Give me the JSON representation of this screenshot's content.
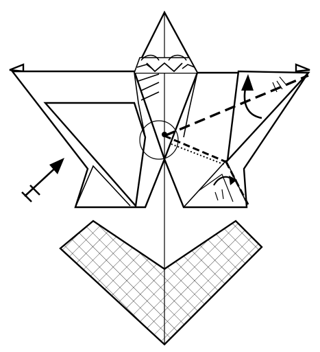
{
  "diagram": {
    "kind": "origami-fold-step",
    "line_color": "#000000",
    "paper_color": "#ffffff",
    "grid_color": "#000000",
    "symbols": [
      "valley-fold-dashed-line",
      "mountain-fold-dotted-line",
      "fold-arrow",
      "view-direction-arrow",
      "circled-reference-point",
      "angle-bisector-marks"
    ]
  }
}
